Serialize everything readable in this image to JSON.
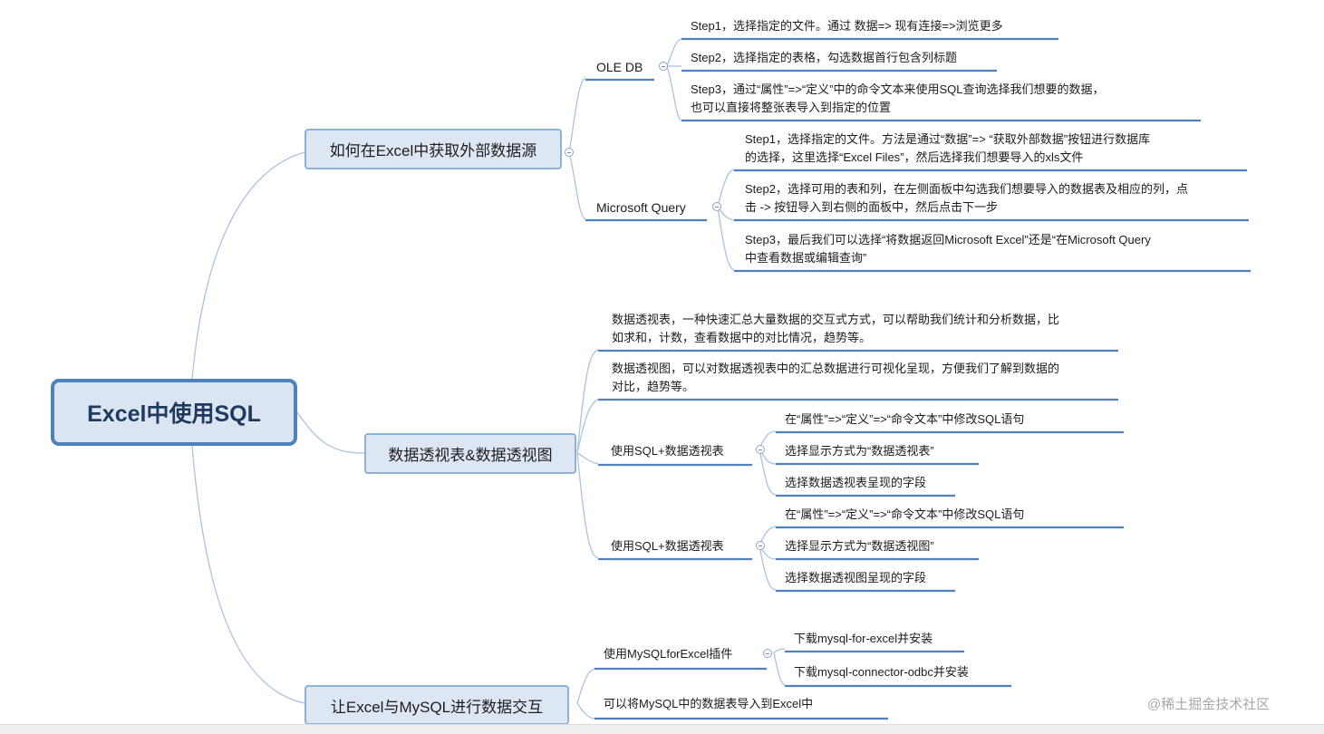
{
  "root": {
    "label": "Excel中使用SQL"
  },
  "branches": {
    "external": {
      "label": "如何在Excel中获取外部数据源",
      "ole": {
        "label": "OLE DB",
        "steps": [
          [
            "Step1，选择指定的文件。通过 数据=> 现有连接=>浏览更多"
          ],
          [
            "Step2，选择指定的表格，勾选数据首行包含列标题"
          ],
          [
            "Step3，通过“属性”=>“定义”中的命令文本来使用SQL查询选择我们想要的数据，",
            "也可以直接将整张表导入到指定的位置"
          ]
        ]
      },
      "msquery": {
        "label": "Microsoft Query",
        "steps": [
          [
            "Step1，选择指定的文件。方法是通过“数据”=> “获取外部数据”按钮进行数据库",
            "的选择，这里选择“Excel Files”，然后选择我们想要导入的xls文件"
          ],
          [
            "Step2，选择可用的表和列，在左侧面板中勾选我们想要导入的数据表及相应的列，点",
            "击 -> 按钮导入到右侧的面板中，然后点击下一步"
          ],
          [
            "Step3，最后我们可以选择“将数据返回Microsoft Excel”还是“在Microsoft Query",
            "中查看数据或编辑查询”"
          ]
        ]
      }
    },
    "pivot": {
      "label": "数据透视表&数据透视图",
      "desc_table": [
        "数据透视表，一种快速汇总大量数据的交互式方式，可以帮助我们统计和分析数据，比",
        "如求和，计数，查看数据中的对比情况，趋势等。"
      ],
      "desc_chart": [
        "数据透视图，可以对数据透视表中的汇总数据进行可视化呈现，方便我们了解到数据的",
        "对比，趋势等。"
      ],
      "use_table": {
        "label": "使用SQL+数据透视表",
        "steps": [
          "在“属性”=>“定义”=>“命令文本”中修改SQL语句",
          "选择显示方式为“数据透视表”",
          "选择数据透视表呈现的字段"
        ]
      },
      "use_chart": {
        "label": "使用SQL+数据透视表",
        "steps": [
          "在“属性”=>“定义”=>“命令文本”中修改SQL语句",
          "选择显示方式为“数据透视图”",
          "选择数据透视图呈现的字段"
        ]
      }
    },
    "mysql": {
      "label": "让Excel与MySQL进行数据交互",
      "plugin": {
        "label": "使用MySQLforExcel插件",
        "steps": [
          "下载mysql-for-excel并安装",
          "下载mysql-connector-odbc并安装"
        ]
      },
      "import": {
        "label": "可以将MySQL中的数据表导入到Excel中"
      }
    }
  },
  "watermark": "@稀土掘金技术社区",
  "colors": {
    "line": "#aac3e0",
    "underline": "#4f81bd",
    "root_border": "#4f81bd",
    "branch_fill": "#dde7f3"
  }
}
